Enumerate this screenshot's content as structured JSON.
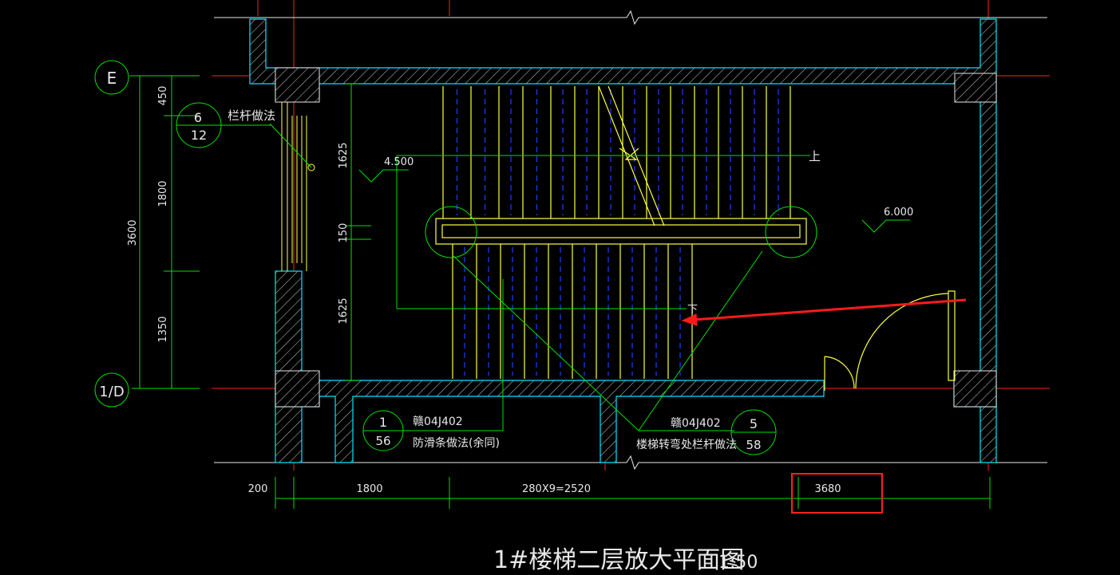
{
  "drawing": {
    "title": "1#楼梯二层放大平面图",
    "scale": "1:50"
  },
  "axes": {
    "top": "E",
    "bottom": "1/D"
  },
  "dimensions": {
    "left_total": "3600",
    "left_seg1": "450",
    "left_seg2": "1800",
    "left_seg3": "1350",
    "inner_upper": "1625",
    "inner_mid": "150",
    "inner_lower": "1625",
    "bottom_a": "200",
    "bottom_b": "1800",
    "bottom_c": "280X9=2520",
    "bottom_d": "3680"
  },
  "elevations": {
    "landing": "4.500",
    "floor": "6.000"
  },
  "stair_labels": {
    "up": "上",
    "down": "下"
  },
  "details": {
    "railing": {
      "text": "栏杆做法",
      "num": "6",
      "sheet": "12"
    },
    "nosing": {
      "ref": "赣04J402",
      "text": "防滑条做法(余同)",
      "num": "1",
      "sheet": "56"
    },
    "turn_railing": {
      "ref": "赣04J402",
      "text": "楼梯转弯处栏杆做法",
      "num": "5",
      "sheet": "58"
    }
  },
  "colors": {
    "background": "#000000",
    "wall": "#00e5ff",
    "hatch": "#d9d9d9",
    "axis": "#ff2020",
    "dimension": "#00e000",
    "stair": "#ffff40",
    "nosing": "#1a40ff",
    "annotation_arrow": "#ff1a1a",
    "highlight_box": "#ff2020",
    "text": "#e8e8e8"
  }
}
